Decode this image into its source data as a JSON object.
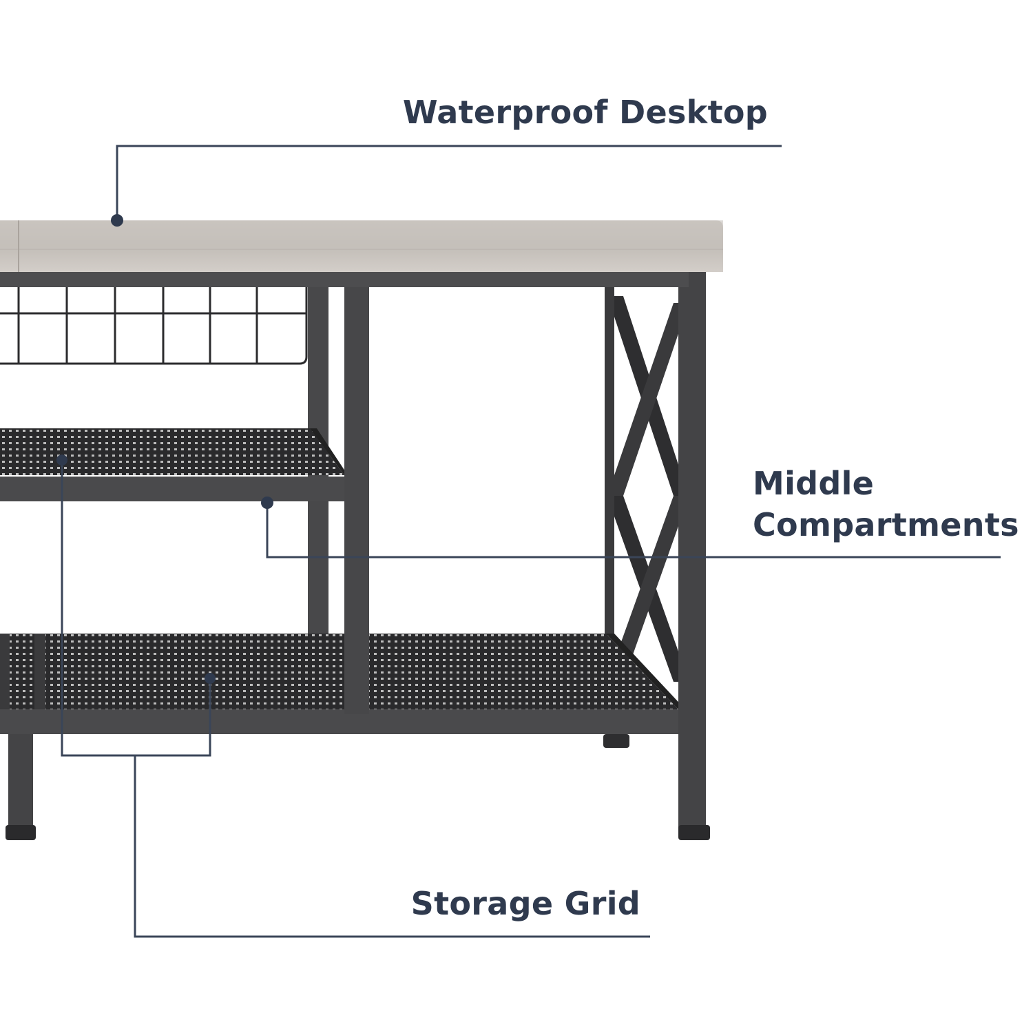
{
  "callouts": {
    "desktop": "Waterproof Desktop",
    "middle_line1": "Middle",
    "middle_line2": "Compartments",
    "storage": "Storage Grid"
  },
  "colors": {
    "label": "#2f3a4e",
    "line": "#3a4558",
    "frame": "#3c3c3e",
    "wood": "#c9c4be"
  }
}
